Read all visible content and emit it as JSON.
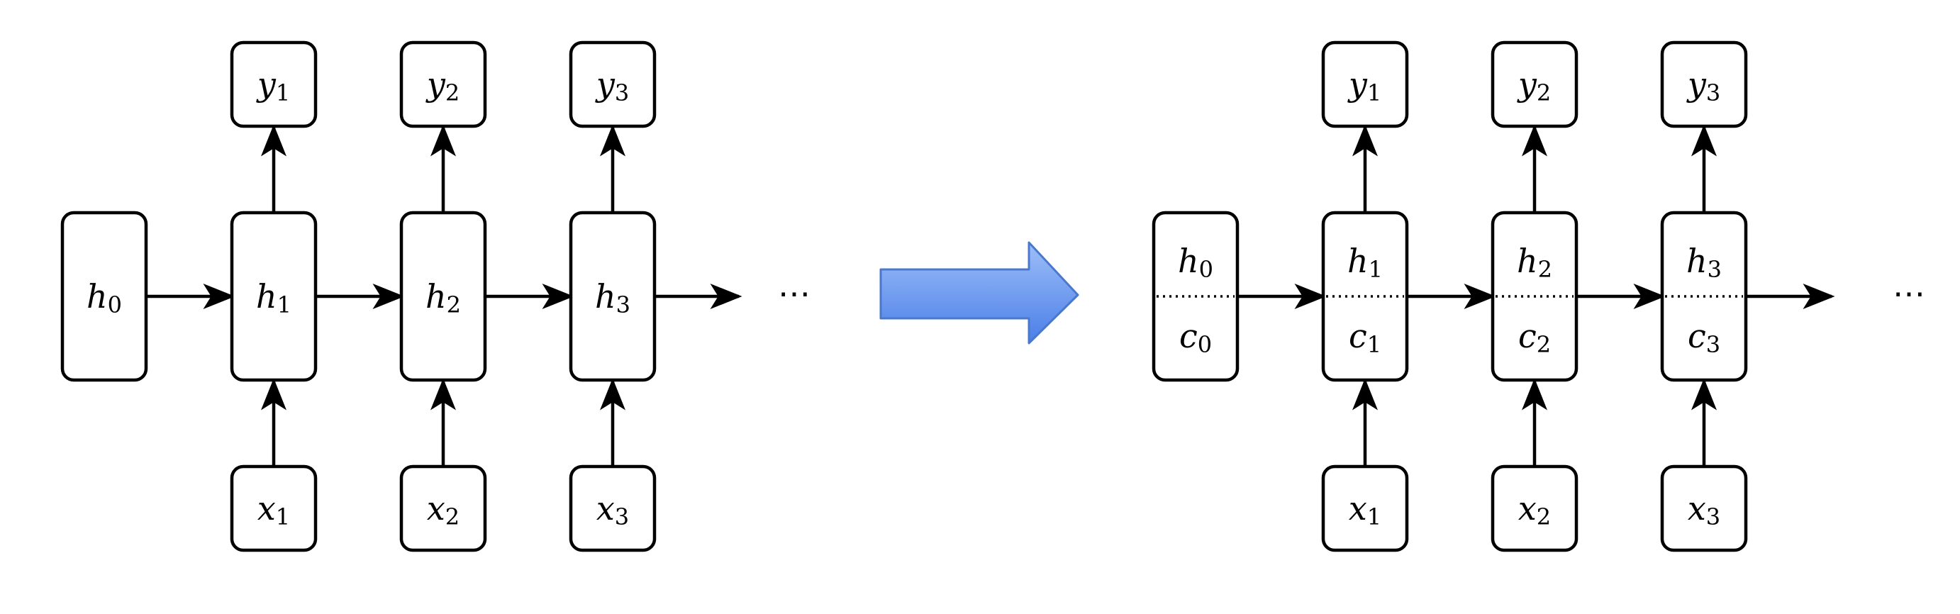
{
  "colors": {
    "stroke": "#000000",
    "background": "#ffffff",
    "transition_arrow_top": "#9ebef8",
    "transition_arrow_bottom": "#4a7fe8",
    "transition_arrow_border": "#4a78cc"
  },
  "rnn": {
    "initial_state": {
      "var": "h",
      "sub": "0"
    },
    "steps": [
      {
        "hidden": {
          "var": "h",
          "sub": "1"
        },
        "output": {
          "var": "y",
          "sub": "1"
        },
        "input": {
          "var": "x",
          "sub": "1"
        }
      },
      {
        "hidden": {
          "var": "h",
          "sub": "2"
        },
        "output": {
          "var": "y",
          "sub": "2"
        },
        "input": {
          "var": "x",
          "sub": "2"
        }
      },
      {
        "hidden": {
          "var": "h",
          "sub": "3"
        },
        "output": {
          "var": "y",
          "sub": "3"
        },
        "input": {
          "var": "x",
          "sub": "3"
        }
      }
    ],
    "continuation": "⋯"
  },
  "transition_icon": "right-arrow-icon",
  "lstm": {
    "initial_state": {
      "hidden": {
        "var": "h",
        "sub": "0"
      },
      "cell": {
        "var": "c",
        "sub": "0"
      }
    },
    "steps": [
      {
        "hidden": {
          "var": "h",
          "sub": "1"
        },
        "cell": {
          "var": "c",
          "sub": "1"
        },
        "output": {
          "var": "y",
          "sub": "1"
        },
        "input": {
          "var": "x",
          "sub": "1"
        }
      },
      {
        "hidden": {
          "var": "h",
          "sub": "2"
        },
        "cell": {
          "var": "c",
          "sub": "2"
        },
        "output": {
          "var": "y",
          "sub": "2"
        },
        "input": {
          "var": "x",
          "sub": "2"
        }
      },
      {
        "hidden": {
          "var": "h",
          "sub": "3"
        },
        "cell": {
          "var": "c",
          "sub": "3"
        },
        "output": {
          "var": "y",
          "sub": "3"
        },
        "input": {
          "var": "x",
          "sub": "3"
        }
      }
    ],
    "continuation": "⋯"
  }
}
